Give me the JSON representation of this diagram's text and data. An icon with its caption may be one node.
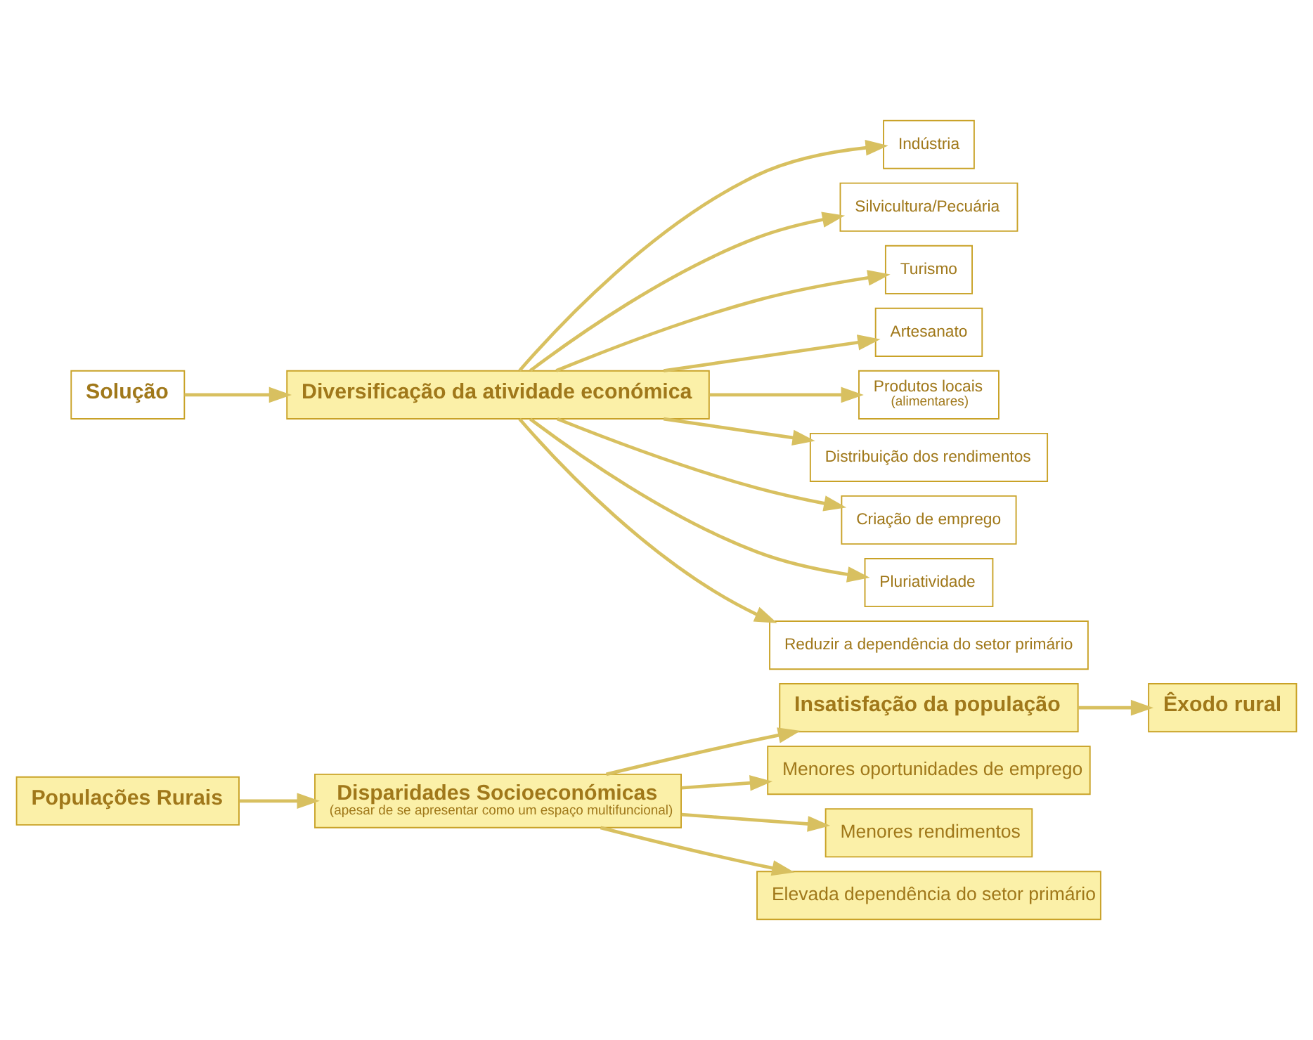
{
  "diagram": {
    "nodes": [
      {
        "text": [
          "Populações Rurais"
        ]
      },
      {
        "text": [
          "Disparidades Socioeconómicas",
          "(apesar de se apresentar como um espaço multifuncional)"
        ]
      },
      {
        "text": [
          "Insatisfação da população"
        ]
      },
      {
        "text": [
          "Êxodo rural"
        ]
      },
      {
        "text": [
          "Menores oportunidades de emprego"
        ]
      },
      {
        "text": [
          "Menores rendimentos"
        ]
      },
      {
        "text": [
          "Elevada dependência do setor primário"
        ]
      },
      {
        "text": [
          "Solução"
        ]
      },
      {
        "text": [
          "Diversificação da atividade económica"
        ]
      },
      {
        "text": [
          "Indústria"
        ]
      },
      {
        "text": [
          "Silvicultura/Pecuária"
        ]
      },
      {
        "text": [
          "Turismo"
        ]
      },
      {
        "text": [
          "Artesanato"
        ]
      },
      {
        "text": [
          "Produtos locais",
          "(alimentares)"
        ]
      },
      {
        "text": [
          "Distribuição dos rendimentos"
        ]
      },
      {
        "text": [
          "Criação de emprego"
        ]
      },
      {
        "text": [
          "Pluriatividade"
        ]
      },
      {
        "text": [
          "Reduzir a dependência do setor primário"
        ]
      }
    ],
    "edges": [
      {
        "from": 0,
        "to": 1,
        "arrow": "to"
      },
      {
        "from": 1,
        "to": 2,
        "arrow": "to"
      },
      {
        "from": 1,
        "to": 4,
        "arrow": "to"
      },
      {
        "from": 1,
        "to": 5,
        "arrow": "to"
      },
      {
        "from": 1,
        "to": 6,
        "arrow": "to"
      },
      {
        "from": 2,
        "to": 3,
        "arrow": "to"
      },
      {
        "from": 7,
        "to": 8,
        "arrow": "to"
      },
      {
        "from": 8,
        "to": 9,
        "arrow": "to"
      },
      {
        "from": 8,
        "to": 10,
        "arrow": "to"
      },
      {
        "from": 8,
        "to": 11,
        "arrow": "to"
      },
      {
        "from": 8,
        "to": 12,
        "arrow": "to"
      },
      {
        "from": 8,
        "to": 13,
        "arrow": "to"
      },
      {
        "from": 8,
        "to": 14,
        "arrow": "to"
      },
      {
        "from": 8,
        "to": 15,
        "arrow": "to"
      },
      {
        "from": 8,
        "to": 16,
        "arrow": "to"
      },
      {
        "from": 8,
        "to": 17,
        "arrow": "to"
      }
    ]
  }
}
